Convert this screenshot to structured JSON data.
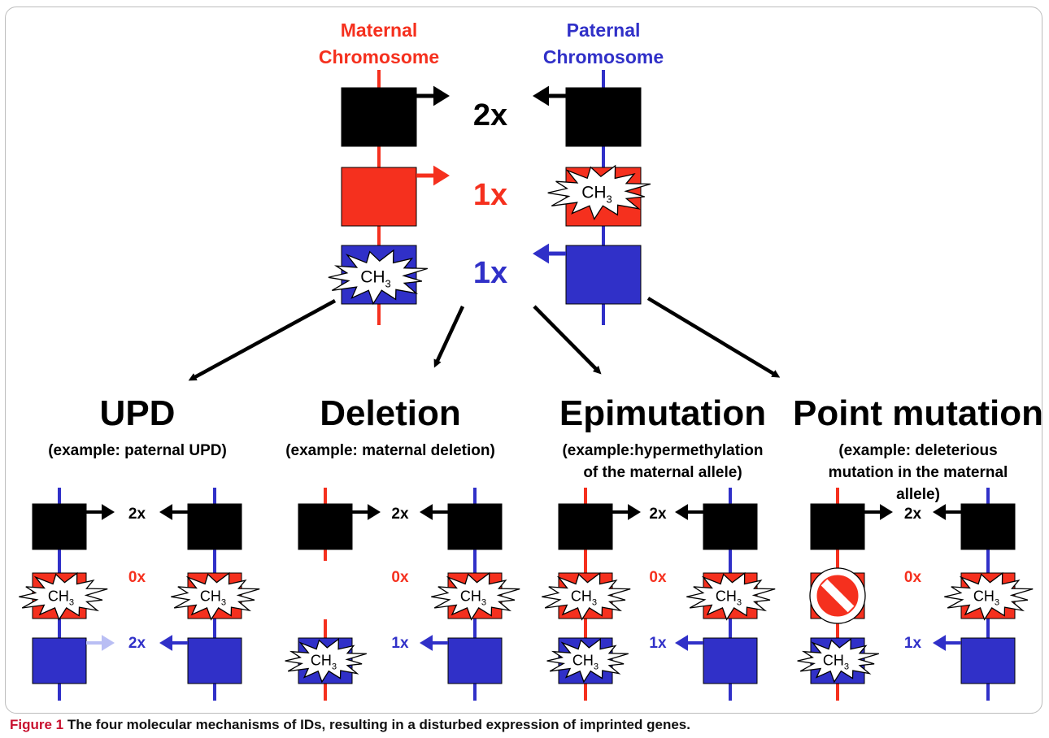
{
  "colors": {
    "maternal": "#f5301e",
    "paternal": "#3030c8",
    "active": "#000000",
    "faded_arrow": "#b9bef4",
    "forbidden": "#f5301e"
  },
  "top": {
    "maternal_label": [
      "Maternal",
      "Chromosome"
    ],
    "paternal_label": [
      "Paternal",
      "Chromosome"
    ],
    "rows": [
      {
        "label": "2x",
        "color": "active"
      },
      {
        "label": "1x",
        "color": "maternal"
      },
      {
        "label": "1x",
        "color": "paternal"
      }
    ]
  },
  "methyl": {
    "main": "CH",
    "sub": "3"
  },
  "mechanisms": [
    {
      "title": "UPD",
      "example": [
        "(example: paternal UPD)"
      ],
      "left_chromosome": "paternal",
      "labels": [
        "2x",
        "0x",
        "2x"
      ]
    },
    {
      "title": "Deletion",
      "example": [
        "(example: maternal deletion)"
      ],
      "left_chromosome": "maternal",
      "labels": [
        "2x",
        "0x",
        "1x"
      ]
    },
    {
      "title": "Epimutation",
      "example": [
        "(example:hypermethylation",
        "of the maternal allele)"
      ],
      "left_chromosome": "maternal",
      "labels": [
        "2x",
        "0x",
        "1x"
      ]
    },
    {
      "title": "Point mutation",
      "example": [
        "(example: deleterious",
        "mutation in the maternal",
        "allele)"
      ],
      "left_chromosome": "maternal",
      "labels": [
        "2x",
        "0x",
        "1x"
      ]
    }
  ],
  "caption": {
    "label": "Figure 1",
    "text": "The four molecular mechanisms of IDs, resulting in a disturbed expression of imprinted genes."
  }
}
